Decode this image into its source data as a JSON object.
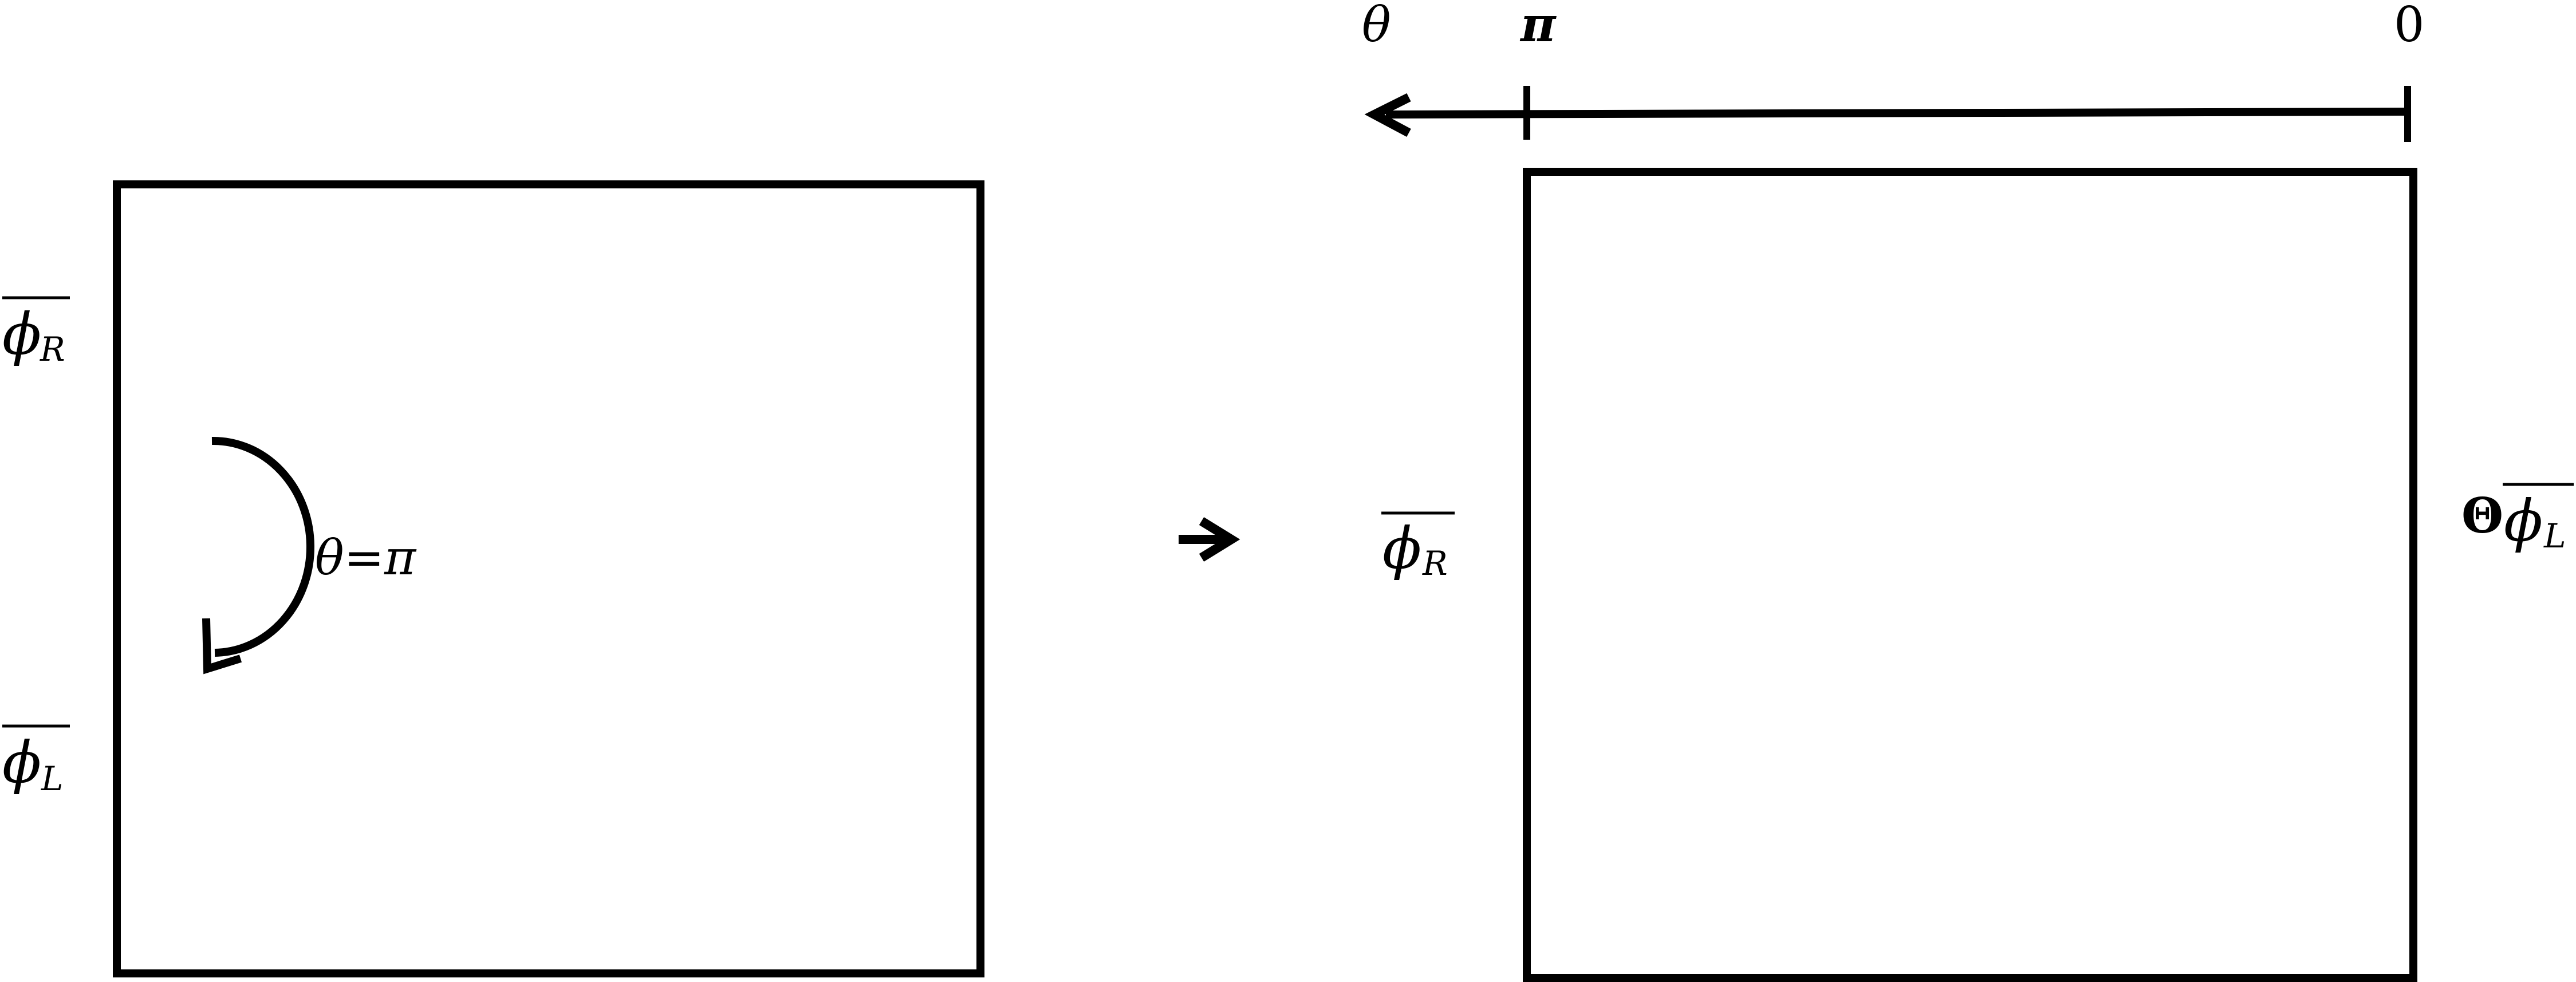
{
  "left_panel": {
    "label_top_symbol": "ϕ",
    "label_top_subscript": "R",
    "label_bottom_symbol": "ϕ",
    "label_bottom_subscript": "L",
    "rotation_label": "θ=π"
  },
  "right_panel": {
    "axis_label": "θ",
    "axis_start_label": "π",
    "axis_end_label": "0",
    "label_left_symbol": "ϕ",
    "label_left_subscript": "R",
    "label_right_prefix": "Θ",
    "label_right_symbol": "ϕ",
    "label_right_subscript": "L"
  },
  "colors": {
    "stroke": "#000000",
    "background": "#ffffff"
  }
}
